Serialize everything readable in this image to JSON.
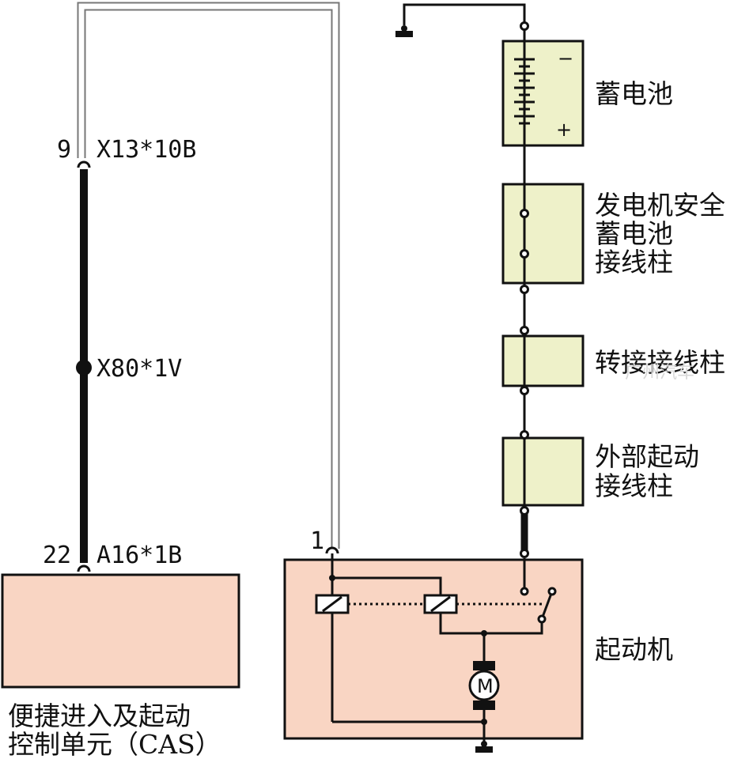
{
  "colors": {
    "module_fill": "#f9d5c3",
    "terminal_fill": "#eef1c9",
    "stroke": "#111111",
    "hollow_wire": "#888888"
  },
  "cas_unit": {
    "line1": "便捷进入及起动",
    "line2": "控制单元（CAS）"
  },
  "connectors": {
    "top_pin": "9",
    "top_code": "X13*10B",
    "mid_code": "X80*1V",
    "bottom_pin": "22",
    "bottom_code": "A16*1B",
    "starter_pin": "1"
  },
  "components": {
    "battery": "蓄电池",
    "battery_minus": "−",
    "battery_plus": "+",
    "generator_line1": "发电机安全",
    "generator_line2": "蓄电池",
    "generator_line3": "接线柱",
    "transfer": "转接接线柱",
    "external_line1": "外部起动",
    "external_line2": "接线柱",
    "starter": "起动机",
    "motor_symbol": "M"
  },
  "watermark": "广州汽车"
}
